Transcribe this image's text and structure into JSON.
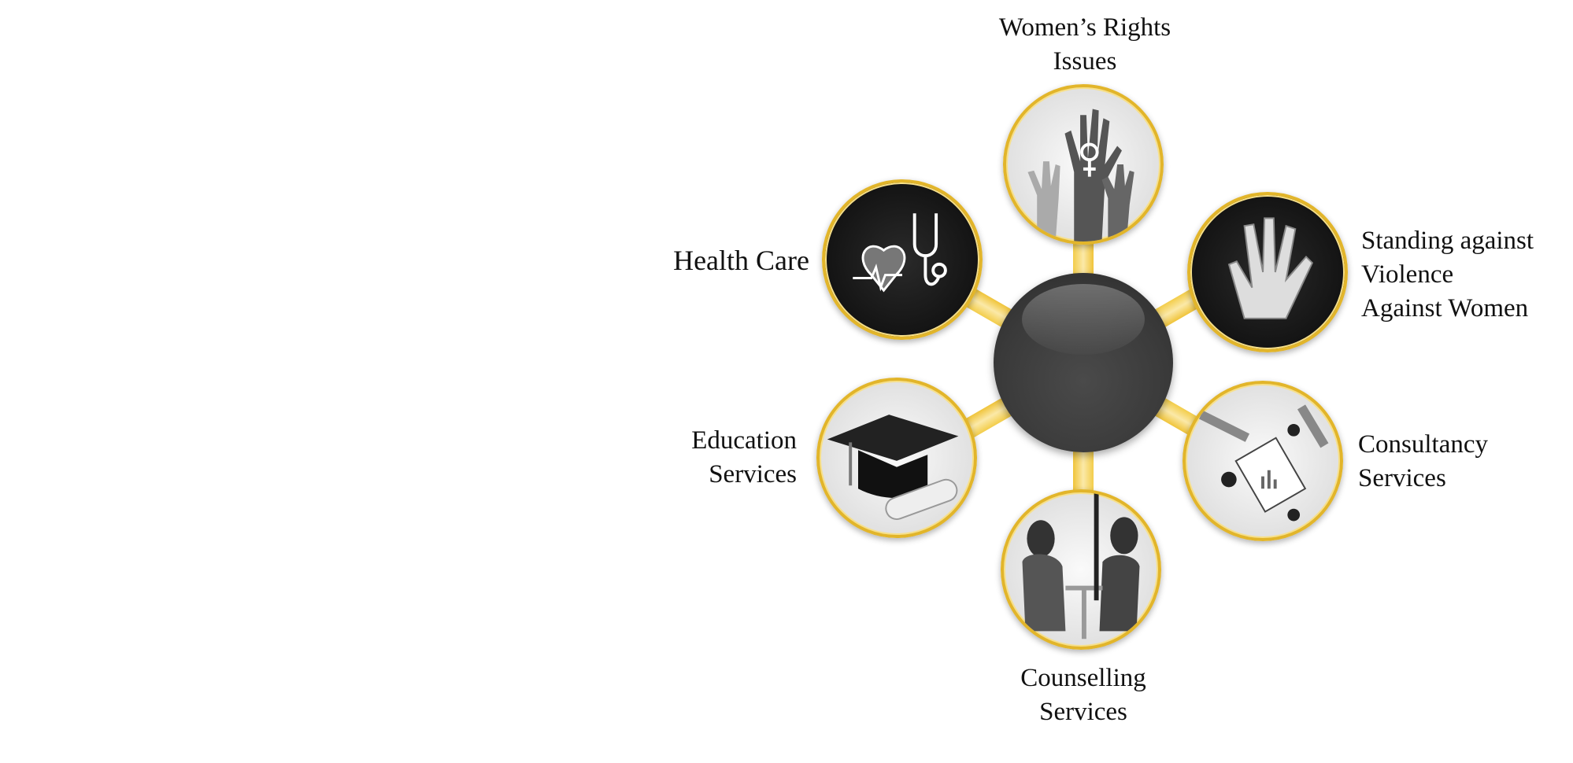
{
  "diagram": {
    "center": {
      "label": ""
    },
    "nodes": [
      {
        "id": "womens-rights",
        "lines": [
          "Women’s Rights",
          "Issues"
        ],
        "icon": "raised-hands-female-symbol-icon"
      },
      {
        "id": "health-care",
        "lines": [
          "Health Care"
        ],
        "icon": "heart-stethoscope-icon"
      },
      {
        "id": "standing-against-violence",
        "lines": [
          "Standing against",
          "Violence",
          "Against Women"
        ],
        "icon": "stop-hand-icon"
      },
      {
        "id": "education",
        "lines": [
          "Education",
          "Services"
        ],
        "icon": "graduation-cap-diploma-icon"
      },
      {
        "id": "consultancy",
        "lines": [
          "Consultancy",
          "Services"
        ],
        "icon": "business-meeting-icon"
      },
      {
        "id": "counselling",
        "lines": [
          "Counselling",
          "Services"
        ],
        "icon": "two-people-talking-icon"
      }
    ],
    "colors": {
      "accent": "#e2b52a",
      "hub": "#3a3a3a"
    }
  }
}
